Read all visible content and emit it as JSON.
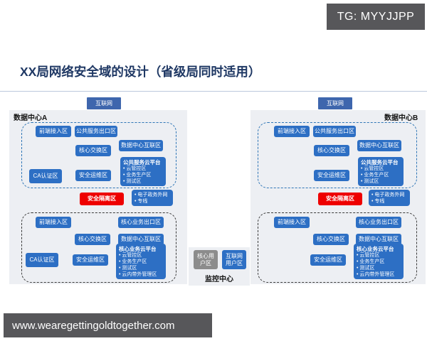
{
  "badge": "TG: MYYJJPP",
  "title": "XX局网络安全域的设计（省级局同时适用）",
  "internet": "互联网",
  "footer_url": "www.wearegettingoldtogether.com",
  "dc_a": {
    "name": "数据中心A",
    "public_zone": {
      "front_access": "前端接入区",
      "public_exit": "公共服务出口区",
      "core_switch": "核心交换区",
      "dc_interconnect": "数据中心互联区",
      "ca_auth": "CA认证区",
      "sec_ops": "安全运维区",
      "cloud_title": "公共服务云平台",
      "cloud_items": [
        "云管控区",
        "业务生产区",
        "测试区"
      ]
    },
    "isolation": "安全隔离区",
    "egov_items": [
      "电子政务外网",
      "专线"
    ],
    "core_zone": {
      "front_access": "前端接入区",
      "core_exit": "核心业务出口区",
      "core_switch": "核心交换区",
      "dc_interconnect": "数据中心互联区",
      "ca_auth": "CA认证区",
      "sec_ops": "安全运维区",
      "cloud_title": "核心业务云平台",
      "cloud_items": [
        "云管控区",
        "业务生产区",
        "测试区",
        "云内带外管理区"
      ]
    }
  },
  "dc_b": {
    "name": "数据中心B",
    "public_zone": {
      "front_access": "前端接入区",
      "public_exit": "公共服务出口区",
      "core_switch": "核心交换区",
      "dc_interconnect": "数据中心互联区",
      "sec_ops": "安全运维区",
      "cloud_title": "公共服务云平台",
      "cloud_items": [
        "云管控区",
        "业务生产区",
        "测试区"
      ]
    },
    "isolation": "安全隔离区",
    "egov_items": [
      "电子政务外网",
      "专线"
    ],
    "core_zone": {
      "front_access": "前端接入区",
      "core_exit": "核心业务出口区",
      "core_switch": "核心交换区",
      "dc_interconnect": "数据中心互联区",
      "sec_ops": "安全运维区",
      "cloud_title": "核心业务云平台",
      "cloud_items": [
        "云管控区",
        "业务生产区",
        "测试区",
        "云内带外管理区"
      ]
    }
  },
  "monitor": {
    "title": "监控中心",
    "core_user": "核心用户区",
    "internet_user": "互联网用户区"
  },
  "colors": {
    "node_blue": "#2d6fc4",
    "isolation_red": "#ee0000",
    "user_gray": "#8c8c8c",
    "panel_bg": "#edeff3",
    "dark_bar": "#57575a",
    "title_navy": "#1f3864"
  }
}
